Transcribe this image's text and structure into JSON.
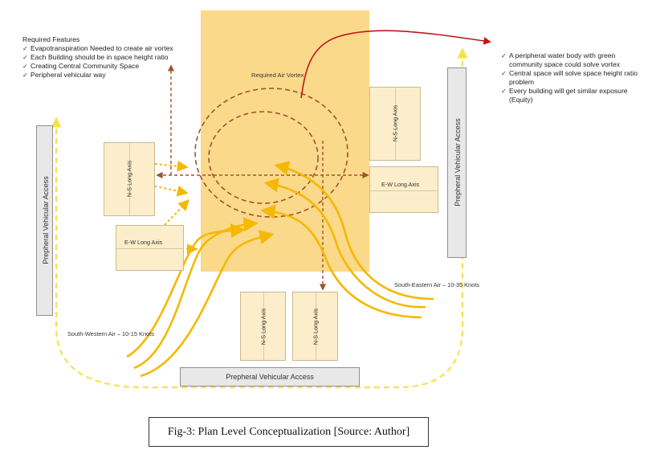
{
  "required_features": {
    "heading": "Required Features",
    "items": [
      "Evapotranspiration Needed to create air vortex",
      "Each Building should be in space height ratio",
      "Creating Central Community Space",
      "Peripheral vehicular way"
    ]
  },
  "benefits": {
    "items": [
      "A peripheral water body with green community space could solve vortex",
      "Central space will solve space height ratio problem",
      "Every building will get similar exposure (Equity)"
    ]
  },
  "vortex_label": "Required Air Vortex",
  "buildings": {
    "ns": "N-S Long Axis",
    "ew": "E-W Long Axis"
  },
  "access": {
    "left": "Prepheral Vehicular Access",
    "right": "Prepheral Vehicular Access",
    "bottom": "Prepheral Vehicular Access"
  },
  "winds": {
    "south_western": "South-Western Air – 10-15 Knots",
    "south_eastern": "South-Eastern Air – 10-35 Knots"
  },
  "caption": "Fig-3: Plan Level Conceptualization [Source: Author]",
  "colors": {
    "central_space": "#fbd98a",
    "building_fill": "#fdeecb",
    "road_fill": "#e8e8e8",
    "wind_arrow": "#f5b800",
    "access_dash": "#f6e24a",
    "vortex_dash": "#a0522d",
    "pointer_arrow": "#c0171b"
  }
}
